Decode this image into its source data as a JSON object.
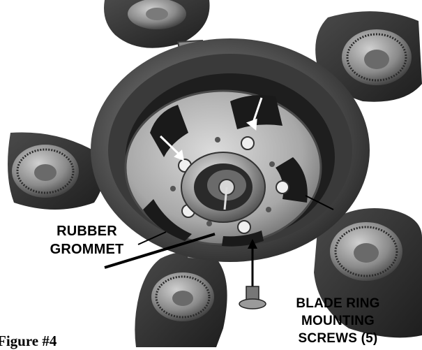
{
  "figure": {
    "caption": "Figure #4",
    "labels": {
      "rubber_grommet": [
        "RUBBER",
        "GROMMET"
      ],
      "blade_ring_screws": [
        "BLADE RING",
        "MOUNTING",
        "SCREWS (5)"
      ]
    },
    "colors": {
      "paper": "#ffffff",
      "ink": "#000000",
      "metal_light": "#c9c9c9",
      "metal_dark": "#2b2b2b",
      "blade": "#2e2e2e"
    }
  }
}
